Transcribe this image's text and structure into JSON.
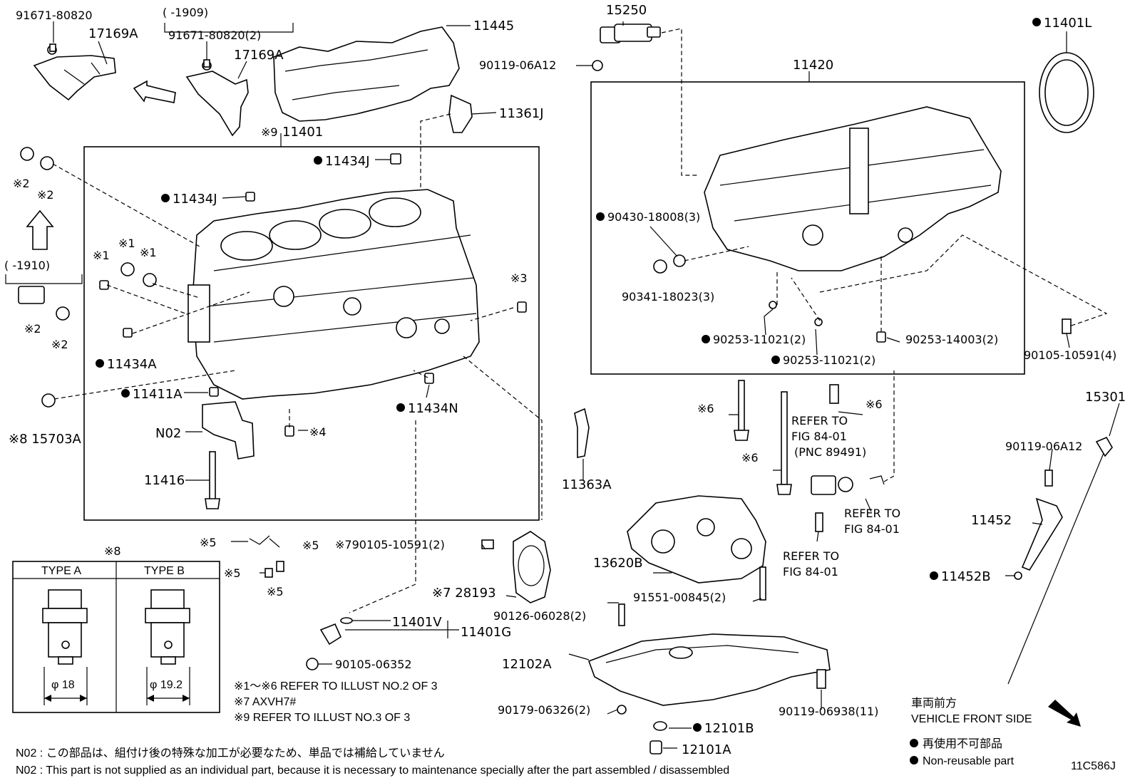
{
  "labels": {
    "p91671_a": "91671-80820",
    "p17169a_a": "17169A",
    "bracket_1909": "(      -1909)",
    "p91671_b": "91671-80820(2)",
    "p17169a_b": "17169A",
    "p11445": "11445",
    "p15250": "15250",
    "p90119_a": "90119-06A12",
    "p11401l": "11401L",
    "p11420": "11420",
    "p11361j": "11361J",
    "p11401": "11401",
    "p11434j_a": "11434J",
    "p11434j_b": "11434J",
    "m2_a": "※2",
    "m2_b": "※2",
    "m1_a": "※1",
    "m1_b": "※1",
    "m1_c": "※1",
    "bracket_1910": "(      -1910)",
    "m2_c": "※2",
    "m2_d": "※2",
    "m3": "※3",
    "p11434a": "11434A",
    "p11411a": "11411A",
    "p11434n": "11434N",
    "m8_15703a": "※8 15703A",
    "n02": "N02",
    "m4": "※4",
    "p11416": "11416",
    "p11363a": "11363A",
    "p90430": "90430-18008(3)",
    "p90341": "90341-18023(3)",
    "p90253_a": "90253-11021(2)",
    "p90253_b": "90253-11021(2)",
    "p90253_c": "90253-14003(2)",
    "p90105_a": "90105-10591(4)",
    "p15301": "15301",
    "m6_a": "※6",
    "m6_b": "※6",
    "m6_c": "※6",
    "refer_1": "REFER TO",
    "refer_1b": "FIG 84-01",
    "refer_1c": "(PNC 89491)",
    "refer_2": "REFER TO",
    "refer_2b": "FIG 84-01",
    "refer_3": "REFER TO",
    "refer_3b": "FIG 84-01",
    "p90119_b": "90119-06A12",
    "p11452": "11452",
    "p11452b": "11452B",
    "p13620b": "13620B",
    "p91551": "91551-00845(2)",
    "p90126": "90126-06028(2)",
    "p12102a": "12102A",
    "p90179": "90179-06326(2)",
    "p90119_c": "90119-06938(11)",
    "p12101b": "12101B",
    "p12101a": "12101A",
    "m5_a": "※5",
    "m5_b": "※5",
    "m5_c": "※5",
    "m5_d": "※5",
    "m7_90105": "※790105-10591(2)",
    "m7_28193": "※7 28193",
    "p11401v": "11401V",
    "p11401g": "11401G",
    "p90105_b": "90105-06352",
    "m8": "※8",
    "type_a": "TYPE A",
    "type_b": "TYPE B",
    "dia_a": "φ 18",
    "dia_b": "φ 19.2",
    "m9": "※9"
  },
  "notes": {
    "refer_illust_2": "※1～※6  REFER TO ILLUST NO.2 OF 3",
    "axvh7": "※7 AXVH7#",
    "refer_illust_3": "※9 REFER TO ILLUST NO.3 OF 3",
    "n02_jp": "N02 : この部品は、組付け後の特殊な加工が必要なため、単品では補給していません",
    "n02_en": "N02 : This part is not supplied as an individual part, because it is necessary to maintenance specially after the part assembled / disassembled"
  },
  "legend": {
    "front_jp": "車両前方",
    "front_en": "VEHICLE FRONT SIDE",
    "nonreuse_jp": "再使用不可部品",
    "nonreuse_en": "Non-reusable part",
    "code": "11C586J"
  },
  "icons": [
    "arrow-icon",
    "bullet-icon"
  ]
}
